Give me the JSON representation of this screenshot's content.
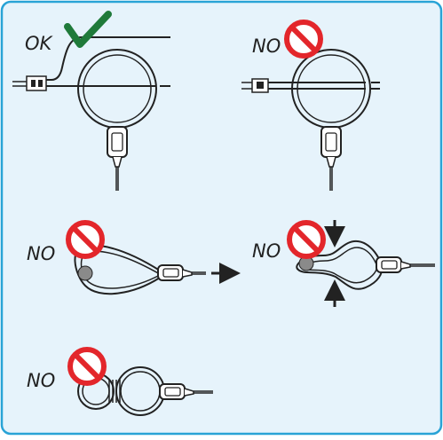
{
  "colors": {
    "panel_bg": "#e6f3fb",
    "panel_border": "#29a3d6",
    "line": "#222222",
    "check": "#1f7a3a",
    "no_symbol": "#e3262b",
    "conductor": "#8a8a8a"
  },
  "panels": [
    {
      "id": "ok-centered",
      "label": "OK",
      "symbol": "check-icon"
    },
    {
      "id": "no-off-center",
      "label": "NO",
      "symbol": "no-icon"
    },
    {
      "id": "no-pulled",
      "label": "NO",
      "symbol": "no-icon"
    },
    {
      "id": "no-pinched",
      "label": "NO",
      "symbol": "no-icon"
    },
    {
      "id": "no-twisted",
      "label": "NO",
      "symbol": "no-icon"
    }
  ]
}
